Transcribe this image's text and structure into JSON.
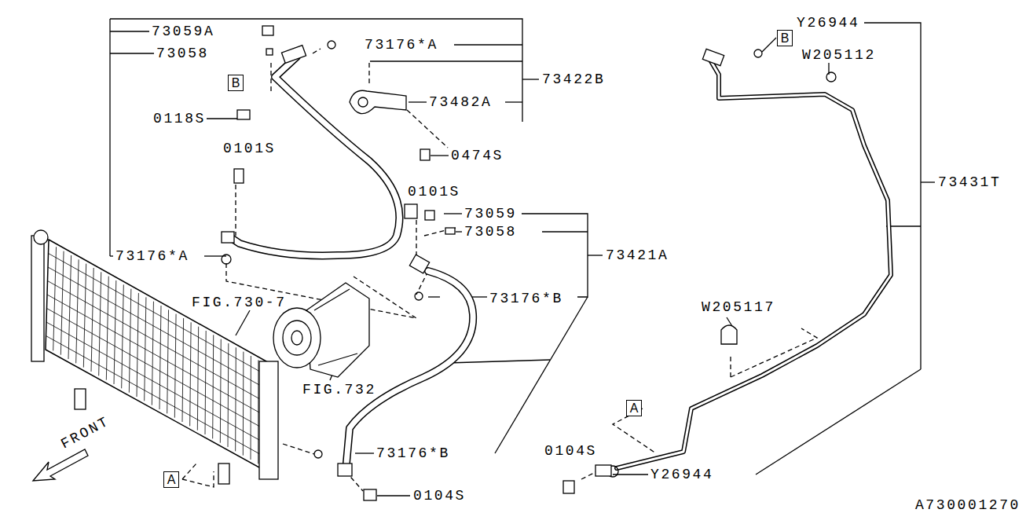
{
  "diagram": {
    "nodes": [
      {
        "text": [
          "B"
        ]
      },
      {
        "text": [
          "B"
        ]
      },
      {
        "text": [
          "A"
        ]
      },
      {
        "text": [
          "A"
        ]
      }
    ],
    "labels": [
      "73059A",
      "73176*A",
      "Y26944",
      "W205112",
      "73058",
      "73422B",
      "73482A",
      "0118S",
      "0474S",
      "0101S",
      "0101S",
      "73059",
      "73058",
      "73431T",
      "73421A",
      "73176*A",
      "FIG.730-7",
      "73176*B",
      "W205117",
      "FIG.732",
      "73176*B",
      "0104S",
      "Y26944",
      "FRONT",
      "0104S",
      "A730001270"
    ]
  }
}
